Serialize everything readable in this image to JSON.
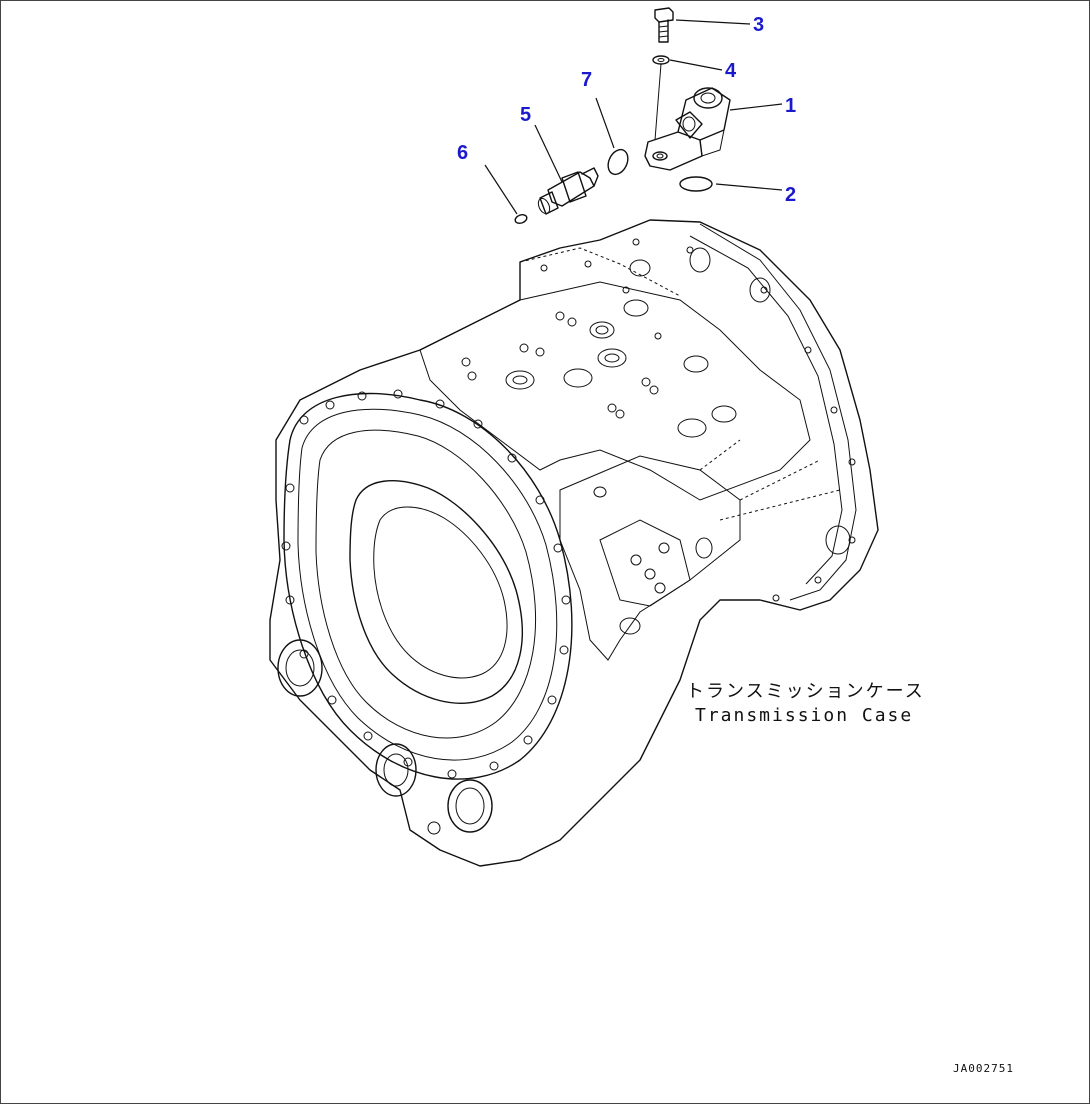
{
  "callouts": [
    {
      "id": "1",
      "text": "1"
    },
    {
      "id": "2",
      "text": "2"
    },
    {
      "id": "3",
      "text": "3"
    },
    {
      "id": "4",
      "text": "4"
    },
    {
      "id": "5",
      "text": "5"
    },
    {
      "id": "6",
      "text": "6"
    },
    {
      "id": "7",
      "text": "7"
    }
  ],
  "caption": {
    "japanese": "トランスミッションケース",
    "english": "Transmission Case"
  },
  "drawing_code": "JA002751",
  "colors": {
    "callout": "#1a1acc",
    "line": "#111111",
    "background": "#ffffff"
  }
}
